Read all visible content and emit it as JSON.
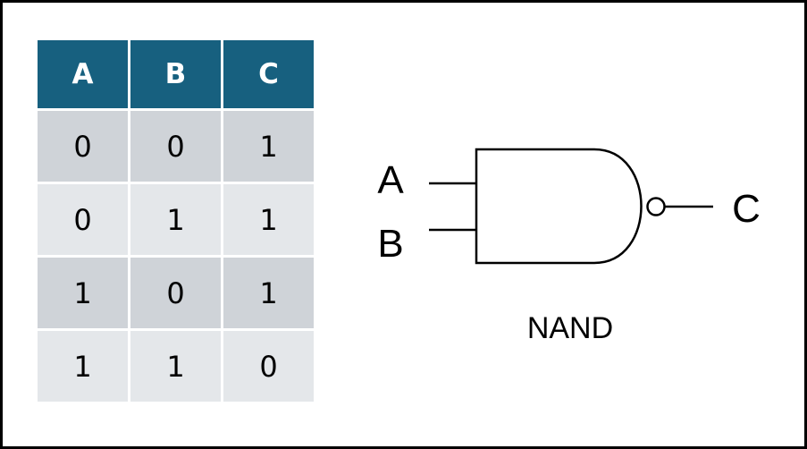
{
  "truth_table": {
    "headers": [
      "A",
      "B",
      "C"
    ],
    "rows": [
      [
        "0",
        "0",
        "1"
      ],
      [
        "0",
        "1",
        "1"
      ],
      [
        "1",
        "0",
        "1"
      ],
      [
        "1",
        "1",
        "0"
      ]
    ],
    "colors": {
      "header_bg": "#17607f",
      "header_text": "#ffffff",
      "row_odd_bg": "#cfd3d8",
      "row_even_bg": "#e4e7ea"
    }
  },
  "gate": {
    "input_a_label": "A",
    "input_b_label": "B",
    "output_label": "C",
    "gate_name": "NAND"
  }
}
